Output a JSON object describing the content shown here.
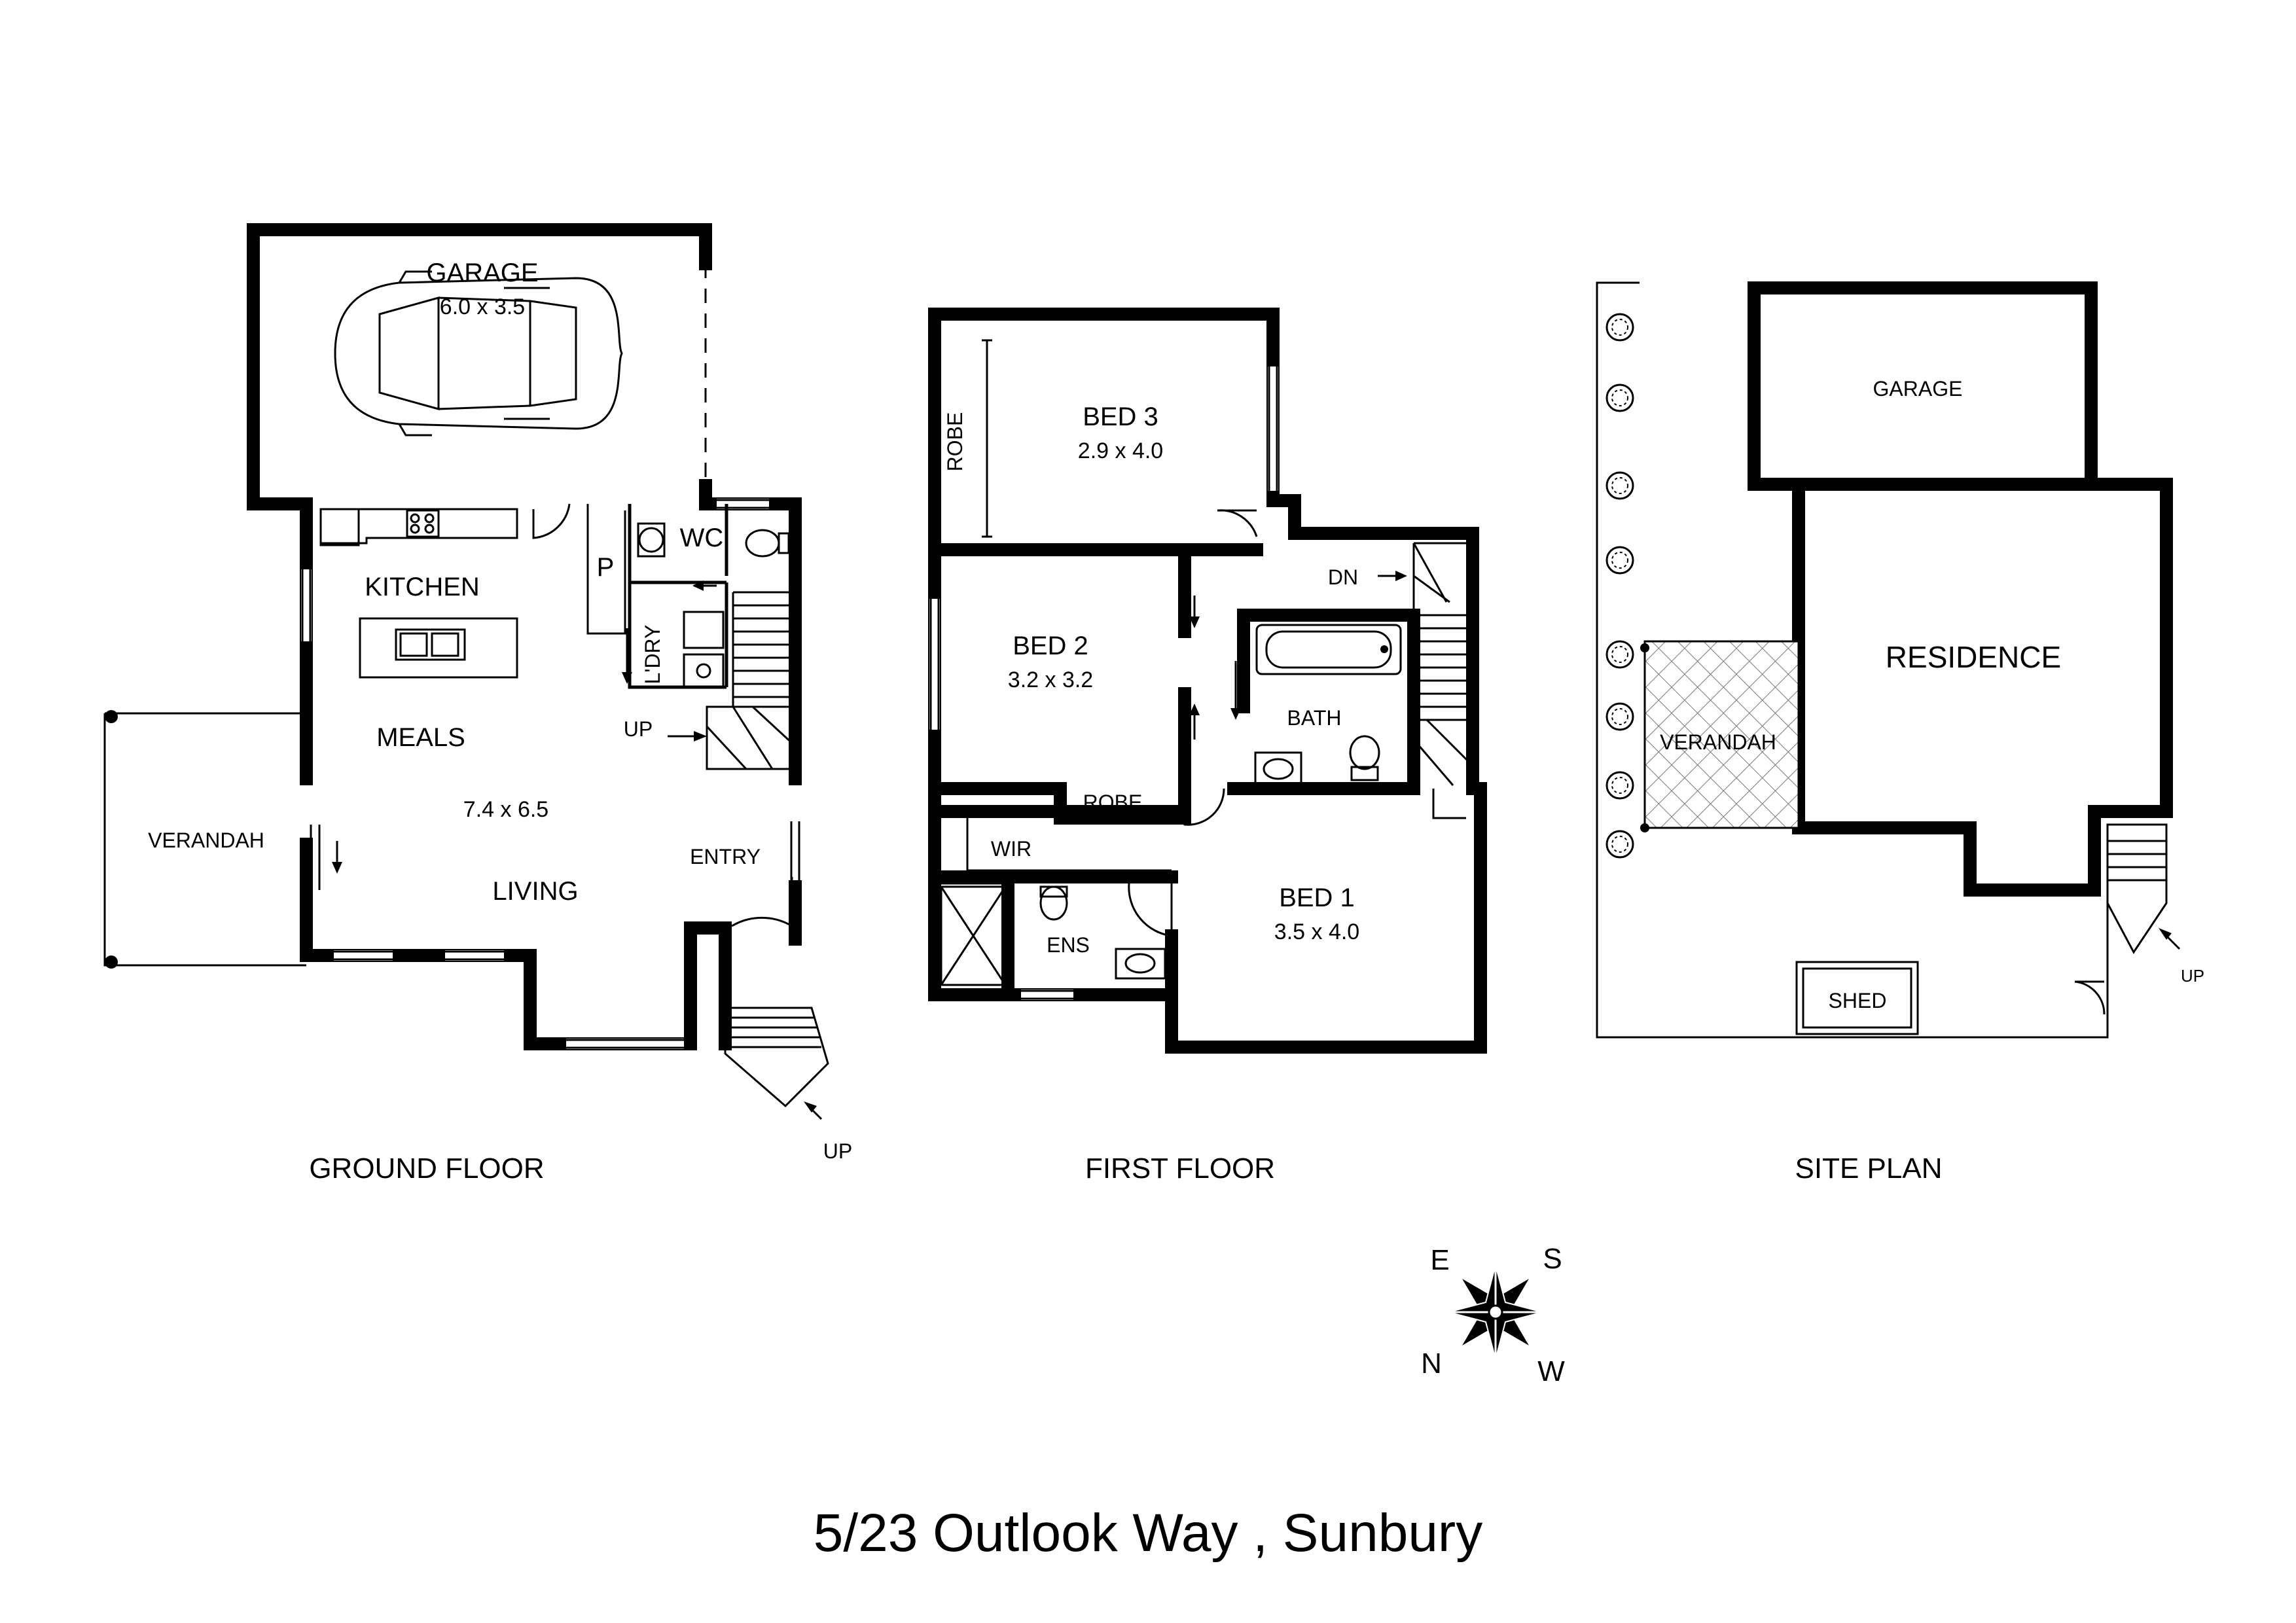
{
  "ground_floor": {
    "caption": "GROUND FLOOR",
    "garage": {
      "name": "GARAGE",
      "dim": "6.0 x 3.5"
    },
    "kitchen": "KITCHEN",
    "wc": "WC",
    "pantry": "P",
    "laundry": "L'DRY",
    "meals": "MEALS",
    "living_dim": "7.4 x 6.5",
    "living": "LIVING",
    "verandah": "VERANDAH",
    "entry": "ENTRY",
    "up_stair": "UP",
    "up_entry": "UP"
  },
  "first_floor": {
    "caption": "FIRST FLOOR",
    "bed3": {
      "name": "BED 3",
      "dim": "2.9 x 4.0"
    },
    "robe3": "ROBE",
    "bed2": {
      "name": "BED 2",
      "dim": "3.2 x 3.2"
    },
    "robe2": "ROBE",
    "dn": "DN",
    "bath": "BATH",
    "wir": "WIR",
    "ens": "ENS",
    "bed1": {
      "name": "BED 1",
      "dim": "3.5 x 4.0"
    }
  },
  "site_plan": {
    "caption": "SITE PLAN",
    "garage": "GARAGE",
    "residence": "RESIDENCE",
    "verandah": "VERANDAH",
    "shed": "SHED",
    "up": "UP"
  },
  "compass": {
    "e": "E",
    "s": "S",
    "n": "N",
    "w": "W"
  },
  "address": "5/23 Outlook Way , Sunbury"
}
